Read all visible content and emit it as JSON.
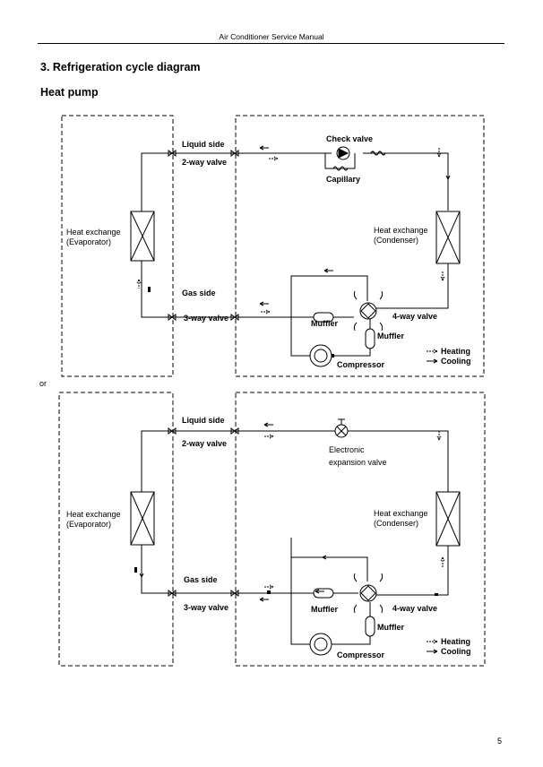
{
  "header": {
    "title": "Air Conditioner Service Manual"
  },
  "section": {
    "title": "3. Refrigeration cycle diagram",
    "subtitle": "Heat pump"
  },
  "separator_text": "or",
  "page_number": "5",
  "diagram1": {
    "indoor_hx": [
      "Heat exchange",
      "(Evaporator)"
    ],
    "outdoor_hx": [
      "Heat exchange",
      "(Condenser)"
    ],
    "liquid_side": "Liquid side",
    "two_way_valve": "2-way valve",
    "gas_side": "Gas side",
    "three_way_valve": "3-way valve",
    "check_valve": "Check valve",
    "capillary": "Capillary",
    "muffler_1": "Muffler",
    "muffler_2": "Muffler",
    "four_way_valve": "4-way valve",
    "compressor": "Compressor",
    "legend_heating": "Heating",
    "legend_cooling": "Cooling"
  },
  "diagram2": {
    "indoor_hx": [
      "Heat exchange",
      "(Evaporator)"
    ],
    "outdoor_hx": [
      "Heat exchange",
      "(Condenser)"
    ],
    "liquid_side": "Liquid side",
    "two_way_valve": "2-way valve",
    "gas_side": "Gas side",
    "three_way_valve": "3-way valve",
    "expansion_valve": [
      "Electronic",
      "expansion valve"
    ],
    "muffler_1": "Muffler",
    "muffler_2": "Muffler",
    "four_way_valve": "4-way valve",
    "compressor": "Compressor",
    "legend_heating": "Heating",
    "legend_cooling": "Cooling"
  }
}
